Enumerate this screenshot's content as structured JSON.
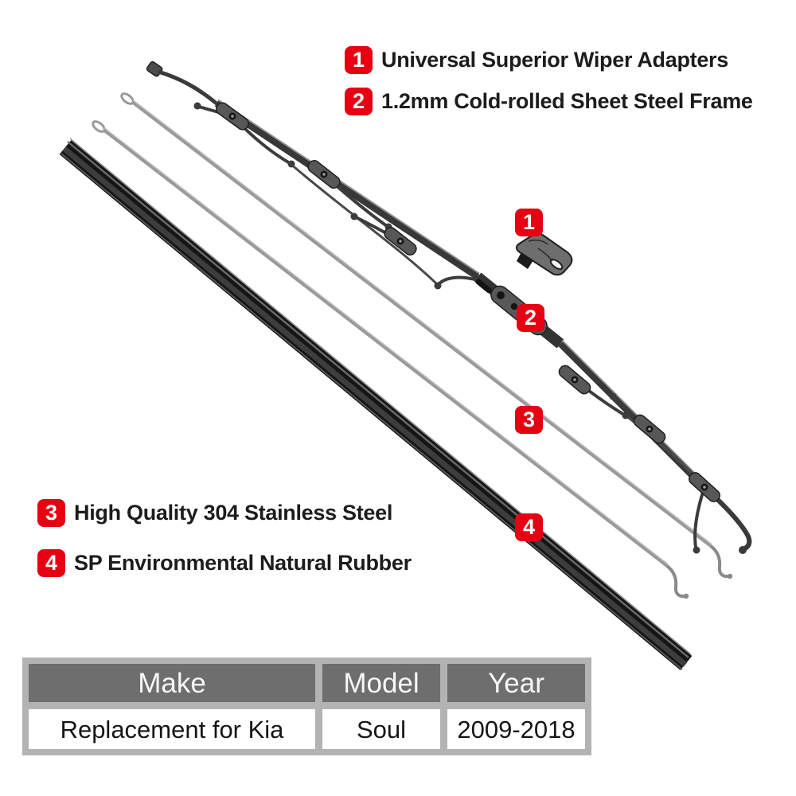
{
  "product_diagram": {
    "callouts_top": [
      {
        "num": "1",
        "label": "Universal Superior Wiper Adapters"
      },
      {
        "num": "2",
        "label": "1.2mm Cold-rolled Sheet Steel Frame"
      }
    ],
    "callouts_left": [
      {
        "num": "3",
        "label": "High Quality 304 Stainless Steel"
      },
      {
        "num": "4",
        "label": "SP Environmental Natural Rubber"
      }
    ],
    "image_markers": [
      {
        "num": "1"
      },
      {
        "num": "2"
      },
      {
        "num": "3"
      },
      {
        "num": "4"
      }
    ],
    "parts": [
      {
        "marker": "1",
        "name": "wiper-adapter-clip"
      },
      {
        "marker": "2",
        "name": "steel-frame"
      },
      {
        "marker": "3",
        "name": "stainless-steel-strips"
      },
      {
        "marker": "4",
        "name": "rubber-refill-strip"
      }
    ]
  },
  "fitment_table": {
    "headers": [
      "Make",
      "Model",
      "Year"
    ],
    "rows": [
      [
        "Replacement for Kia",
        "Soul",
        "2009-2018"
      ]
    ]
  },
  "colors": {
    "badge_red": "#e60012",
    "table_header_bg": "#6e6e6e",
    "table_border_gray": "#b3b3b3",
    "frame_dark": "#383838",
    "steel_gray": "#9a9a9a",
    "rubber_black": "#151515"
  }
}
